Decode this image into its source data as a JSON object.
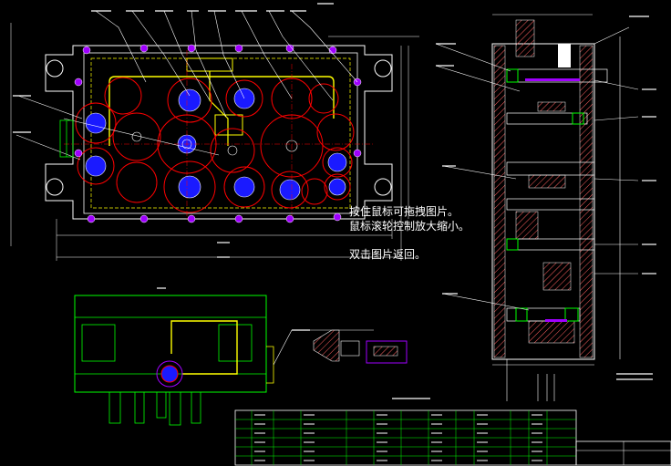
{
  "viewer_hint": {
    "line1": "按住鼠标可拖拽图片。",
    "line2": "鼠标滚轮控制放大缩小。",
    "line3": "双击图片返回。"
  },
  "colors": {
    "background": "#000000",
    "outline": "#ffffff",
    "gear": "#ff0000",
    "hub": "#0000ff",
    "bolt": "#a000ff",
    "centerline": "#ff0000",
    "frame": "#00ff00",
    "pipe": "#ffff00",
    "hatch": "#ff6060",
    "leader": "#ffffff"
  }
}
